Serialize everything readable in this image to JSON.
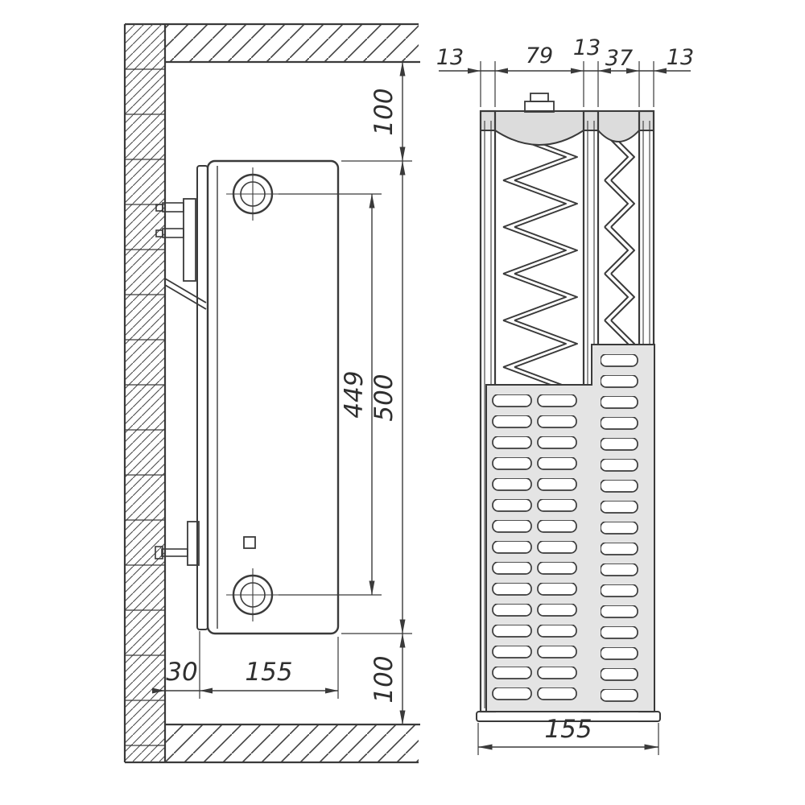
{
  "title": "Radiator installation technical drawing",
  "dims": {
    "side": {
      "top_clearance": "100",
      "overall_height": "500",
      "pipe_centers": "449",
      "bottom_clearance": "100",
      "wall_gap": "30",
      "depth": "155"
    },
    "section": {
      "panel_a": "13",
      "channel_a": "79",
      "panel_b": "13",
      "channel_b": "37",
      "panel_c": "13",
      "overall_depth": "155"
    }
  },
  "colors": {
    "line": "#3a3a3a",
    "light_fill": "#e4e4e4",
    "header_fill": "#dcdcdc"
  }
}
